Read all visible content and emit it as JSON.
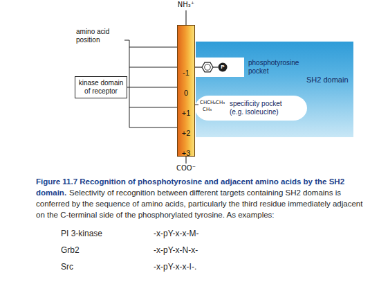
{
  "diagram": {
    "title": "Figure 11.7 Recognition of phosphotyrosine and adjacent amino acids by the SH2 domain.",
    "caption": "Selectivity of recognition between different targets containing SH2 domains is conferred by the sequence of amino acids, particularly the third residue immediately adjacent on the C-terminal side of the phosphorylated tyrosine. As examples:",
    "nodes": [
      {
        "text": [
          "-1",
          "0",
          "+1",
          "+2",
          "+3"
        ]
      },
      {
        "text": [
          "kinase domain of receptor"
        ]
      },
      {
        "text": [
          "SH2 domain"
        ]
      },
      {
        "text": [
          "phosphotyrosine pocket"
        ],
        "in": 2
      },
      {
        "text": [
          "specificity pocket (e.g. isoleucine)"
        ],
        "in": 2
      }
    ],
    "edges": [
      {
        "from": 1,
        "to": 0,
        "arrow": "none"
      }
    ],
    "labels": [
      "NH₃⁺",
      "COO⁻",
      "amino acid position",
      "P",
      "CHCH₂CH₃",
      "CH₃",
      "PI 3-kinase",
      "-x-pY-x-x-M-",
      "Grb2",
      "-x-pY-x-N-x-",
      "Src",
      "-x-pY-x-x-I-."
    ]
  }
}
